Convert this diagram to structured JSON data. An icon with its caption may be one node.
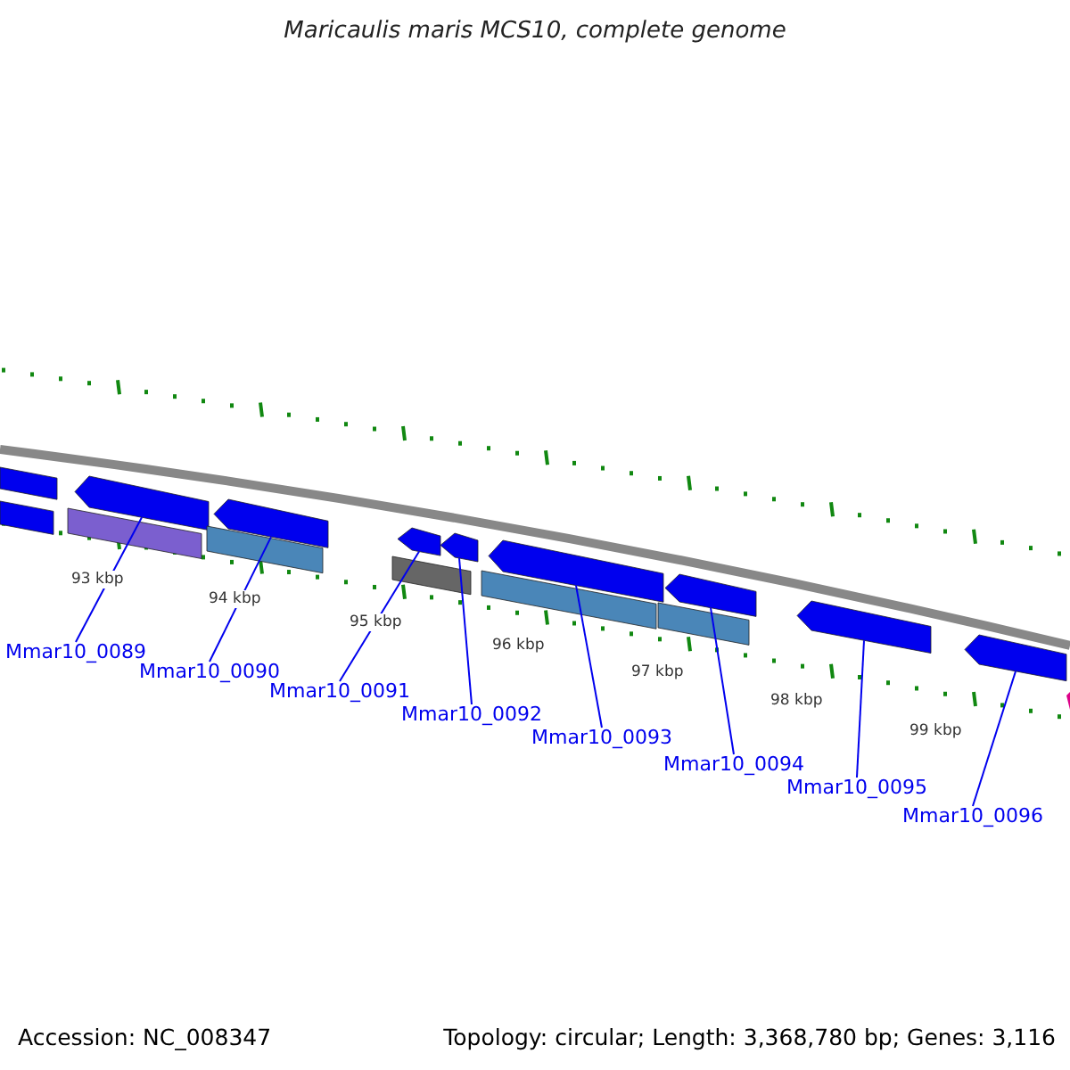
{
  "diagram": {
    "title": "Maricaulis maris MCS10, complete genome",
    "nodes": [
      {
        "text": [
          "Mmar10_0089"
        ]
      },
      {
        "text": [
          "Mmar10_0090"
        ]
      },
      {
        "text": [
          "Mmar10_0091"
        ]
      },
      {
        "text": [
          "Mmar10_0092"
        ]
      },
      {
        "text": [
          "Mmar10_0093"
        ]
      },
      {
        "text": [
          "Mmar10_0094"
        ]
      },
      {
        "text": [
          "Mmar10_0095"
        ]
      },
      {
        "text": [
          "Mmar10_0096"
        ]
      },
      {
        "text": [],
        "shape": "arrow"
      },
      {
        "text": [],
        "shape": "arrow"
      },
      {
        "text": [],
        "shape": "arrow"
      },
      {
        "text": [],
        "shape": "arrow"
      },
      {
        "text": [],
        "shape": "arrow"
      },
      {
        "text": [],
        "shape": "arrow"
      },
      {
        "text": [],
        "shape": "arrow"
      },
      {
        "text": [],
        "shape": "arrow"
      }
    ],
    "edges": [
      {
        "from": 0,
        "to": 8,
        "arrow": "none"
      },
      {
        "from": 1,
        "to": 9,
        "arrow": "none"
      },
      {
        "from": 2,
        "to": 10,
        "arrow": "none"
      },
      {
        "from": 3,
        "to": 11,
        "arrow": "none"
      },
      {
        "from": 4,
        "to": 12,
        "arrow": "none"
      },
      {
        "from": 5,
        "to": 13,
        "arrow": "none"
      },
      {
        "from": 6,
        "to": 14,
        "arrow": "none"
      },
      {
        "from": 7,
        "to": 15,
        "arrow": "none"
      }
    ],
    "labels": [
      "93 kbp",
      "94 kbp",
      "95 kbp",
      "96 kbp",
      "97 kbp",
      "98 kbp",
      "99 kbp",
      "Accession: NC_008347",
      "Topology: circular; Length: 3,368,780 bp; Genes: 3,116"
    ]
  }
}
